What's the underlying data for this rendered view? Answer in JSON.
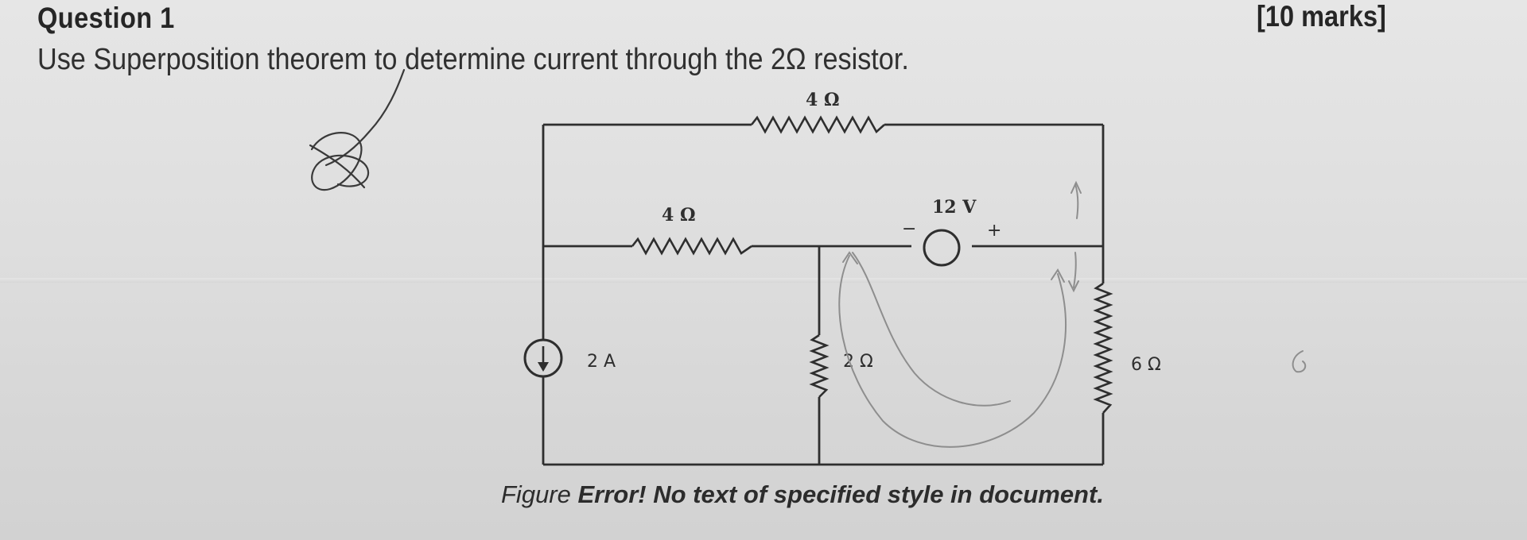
{
  "question": {
    "title": "Question 1",
    "marks": "[10 marks]",
    "instruction": "Use Superposition theorem to determine current through the 2Ω resistor."
  },
  "circuit": {
    "labels": {
      "r_top": "4 Ω",
      "r_middle": "4 Ω",
      "voltage_source": "12 V",
      "voltage_minus": "−",
      "voltage_plus": "+",
      "current_source": "2 A",
      "r_center": "2 Ω",
      "r_right": "6 Ω"
    }
  },
  "figure": {
    "caption_prefix": "Figure ",
    "caption_error": "Error! No text of specified style in document."
  },
  "colors": {
    "ink": "#2a2a2a",
    "pencil": "#8a8a8a",
    "pen": "#333333"
  }
}
